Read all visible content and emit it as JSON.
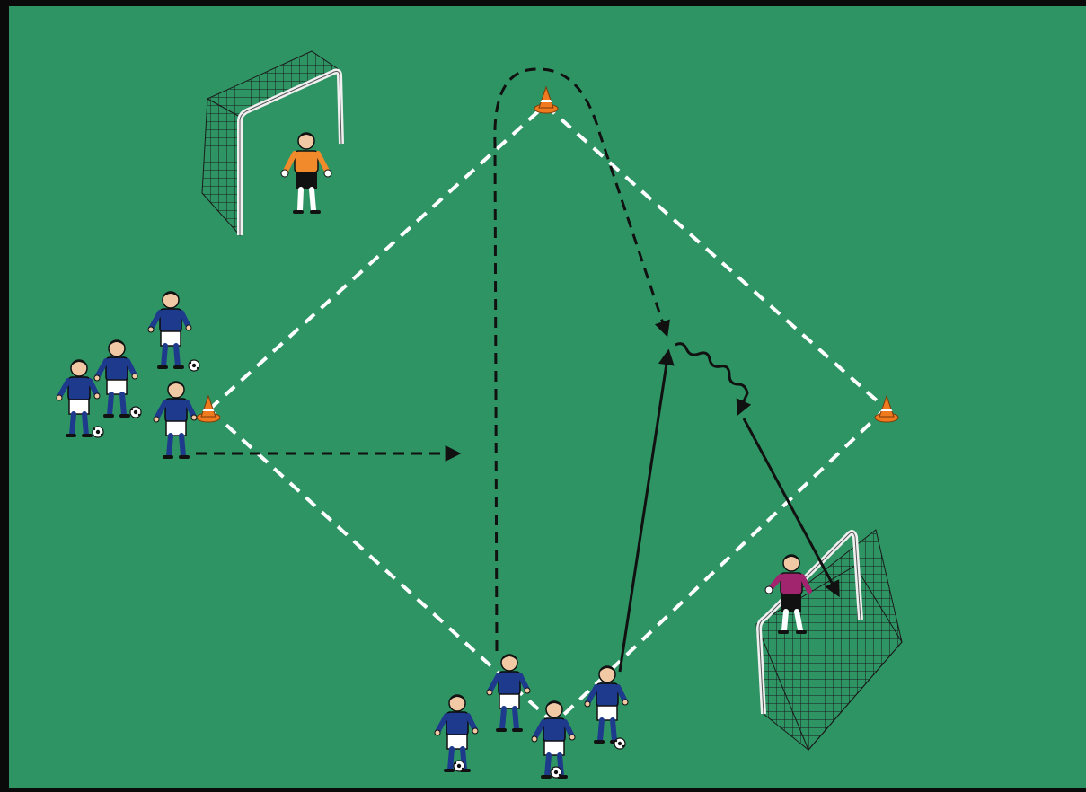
{
  "colors": {
    "pitch": "#2e9464",
    "frame": "#0a0a0a",
    "court_line": "#ffffff",
    "run_line": "#111111",
    "cone": "#f07a1e",
    "attacker_shirt": "#1e3a8c",
    "attacker_shorts": "#ffffff",
    "keeper_top_shirt": "#f08a2a",
    "keeper_bottom_shirt": "#a0246e",
    "keeper_shorts": "#111111",
    "goal_frame": "#f0f0f0",
    "goal_net": "#1a1a1a"
  },
  "diagram": {
    "elements": [
      {
        "kind": "goal",
        "name": "goal-top-left",
        "facing": "right"
      },
      {
        "kind": "goal",
        "name": "goal-bottom-right",
        "facing": "left"
      },
      {
        "kind": "goalkeeper",
        "name": "goalkeeper-orange"
      },
      {
        "kind": "goalkeeper",
        "name": "goalkeeper-purple"
      },
      {
        "kind": "cone",
        "name": "cone-top"
      },
      {
        "kind": "cone",
        "name": "cone-left"
      },
      {
        "kind": "cone",
        "name": "cone-right"
      },
      {
        "kind": "player-group",
        "name": "players-left",
        "count": 4
      },
      {
        "kind": "player-group",
        "name": "players-bottom",
        "count": 4
      },
      {
        "kind": "arrow",
        "name": "dashed-run-arrow-horizontal",
        "style": "dashed"
      },
      {
        "kind": "arrow",
        "name": "dashed-run-arrow-over-top-cone",
        "style": "dashed"
      },
      {
        "kind": "arrow",
        "name": "pass-arrow",
        "style": "solid"
      },
      {
        "kind": "arrow",
        "name": "dribble-arrow",
        "style": "wavy"
      },
      {
        "kind": "arrow",
        "name": "shot-arrow",
        "style": "solid"
      }
    ]
  }
}
